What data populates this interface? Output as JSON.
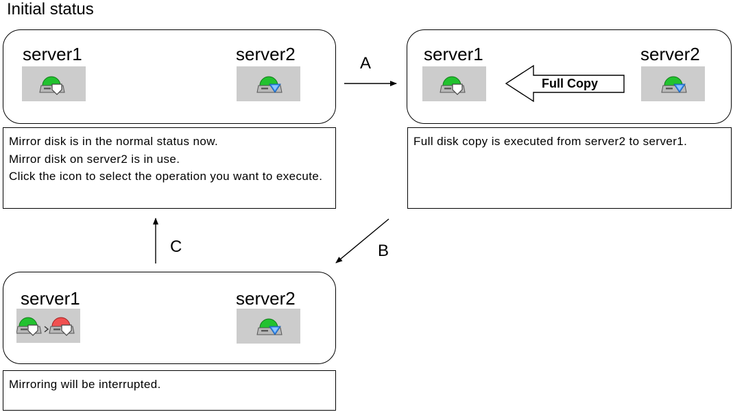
{
  "heading": "Initial status",
  "panels": {
    "initial": {
      "server1": {
        "label": "server1",
        "icon": "mirror-disk-normal-icon"
      },
      "server2": {
        "label": "server2",
        "icon": "mirror-disk-active-icon"
      },
      "description": [
        "Mirror disk is in the normal status now.",
        "Mirror disk on server2 is in use.",
        "Click the icon to select the operation you want to execute."
      ]
    },
    "full_copy": {
      "server1": {
        "label": "server1",
        "icon": "mirror-disk-normal-icon"
      },
      "server2": {
        "label": "server2",
        "icon": "mirror-disk-active-icon"
      },
      "arrow_label": "Full Copy",
      "description": "Full disk copy is executed from server2 to server1."
    },
    "interrupted": {
      "server1": {
        "label": "server1",
        "icon": "mirror-disk-normal-to-error-icon"
      },
      "server2": {
        "label": "server2",
        "icon": "mirror-disk-active-icon"
      },
      "description": "Mirroring will be interrupted."
    }
  },
  "transitions": {
    "a": "A",
    "b": "B",
    "c": "C"
  },
  "colors": {
    "icon_background": "#cccccc",
    "normal_dome": "#22c22f",
    "error_dome": "#f05050",
    "active_marker": "#3a8ef0"
  }
}
